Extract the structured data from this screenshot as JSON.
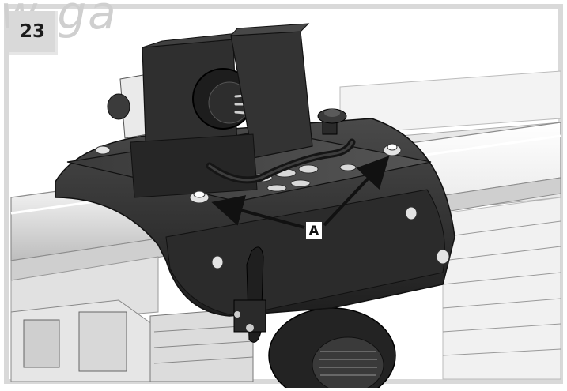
{
  "figure": {
    "step_number": "23",
    "callout_label": "A",
    "watermark_text": "w-ga",
    "colors": {
      "border": "#d9d9d9",
      "machine_dark": "#2e2e2e",
      "rail_light": "#e9e9e9",
      "badge_bg": "#d9d9d9"
    }
  }
}
